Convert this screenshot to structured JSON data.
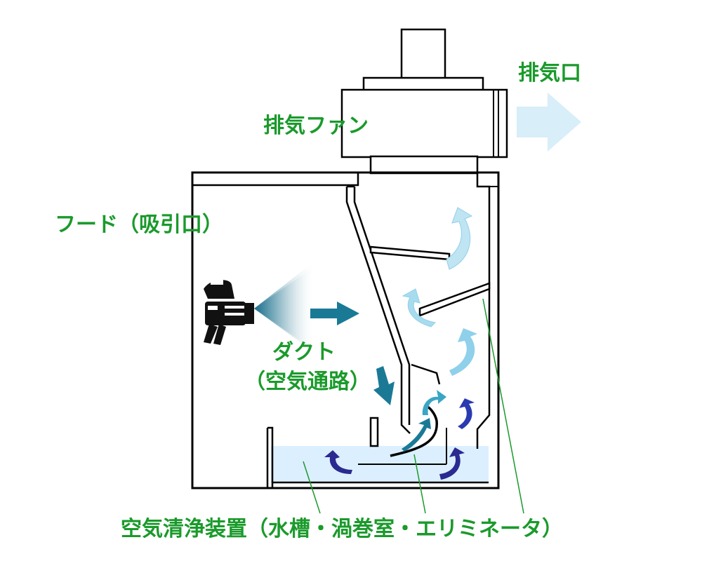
{
  "labels": {
    "exhaust_outlet": "排気口",
    "exhaust_fan": "排気ファン",
    "hood": "フード（吸引口）",
    "duct_line1": "ダクト",
    "duct_line2": "（空気通路）",
    "scrubber": "空気清浄装置（水槽・渦巻室・エリミネータ）"
  },
  "colors": {
    "label_green": "#1a9a2b",
    "outline": "#000000",
    "water": "#dcefff",
    "arrow_teal": "#1a7a96",
    "arrow_light": "#8fd0ea",
    "arrow_navy": "#2a2aa0",
    "exhaust_arrow": "#d8eef8"
  },
  "icons": [
    "spray-gun-icon",
    "flow-arrow-icon",
    "exhaust-arrow-icon"
  ]
}
